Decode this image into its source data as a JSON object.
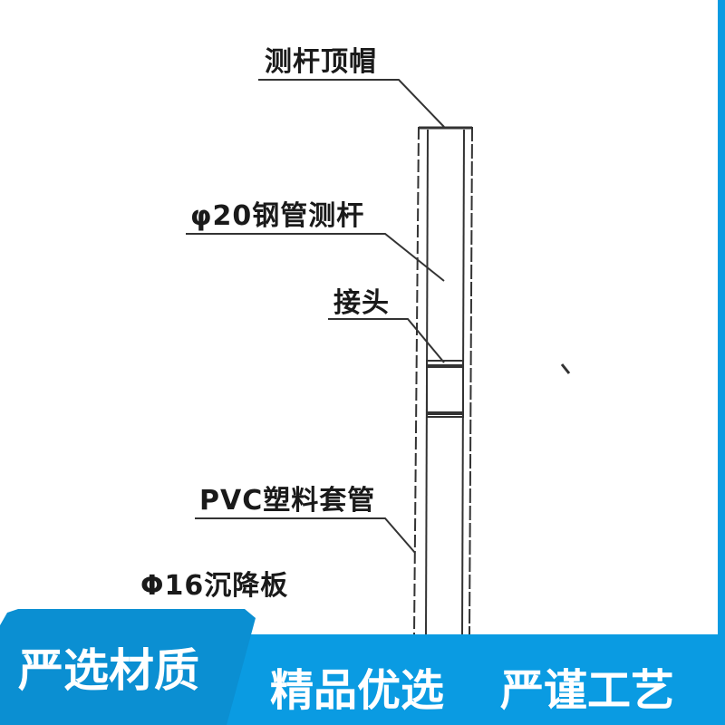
{
  "diagram": {
    "labels": {
      "cap": "测杆顶帽",
      "rod": "φ20钢管测杆",
      "joint": "接头",
      "sleeve": "PVC塑料套管",
      "plate": "Φ16沉降板"
    }
  },
  "banner": {
    "tab_text": "严选材质",
    "slogan_1": "精品优选",
    "slogan_2": "严谨工艺",
    "colors": {
      "main": "#0a9be2",
      "tab": "#0b8fd2",
      "text": "#ffffff"
    }
  }
}
